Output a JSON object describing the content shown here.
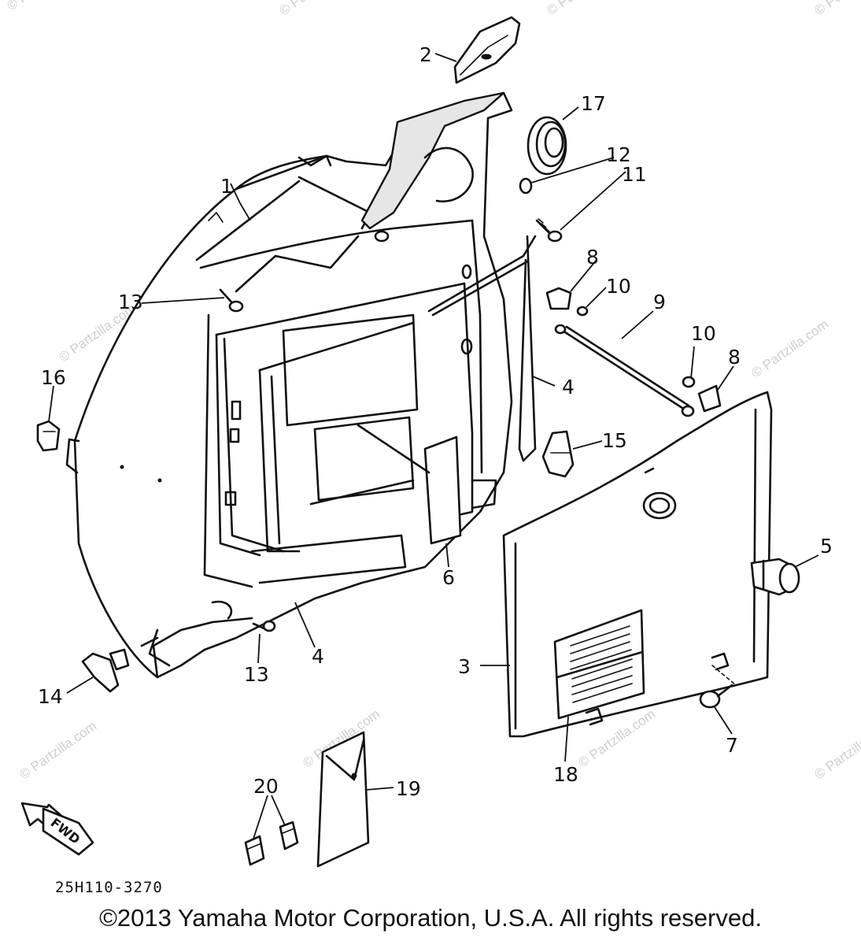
{
  "diagram": {
    "callouts": [
      "1",
      "2",
      "3",
      "4",
      "4",
      "5",
      "6",
      "7",
      "8",
      "8",
      "9",
      "10",
      "10",
      "11",
      "12",
      "13",
      "13",
      "14",
      "15",
      "16",
      "17",
      "18",
      "19",
      "20"
    ],
    "part_code": "25H110-3270",
    "fwd_label": "FWD",
    "watermark": "© Partzilla.com",
    "copyright": "©2013  Yamaha Motor Corporation, U.S.A. All rights reserved."
  }
}
